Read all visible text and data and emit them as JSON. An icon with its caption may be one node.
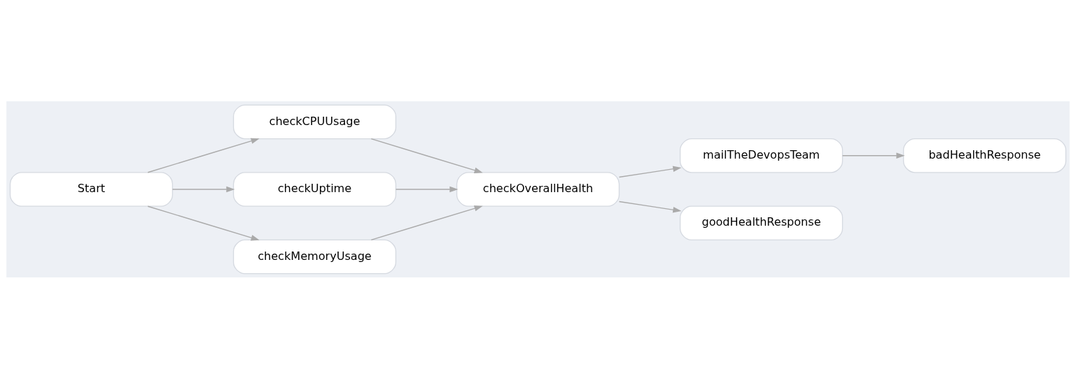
{
  "diagram": {
    "nodes": [
      {
        "text": [
          "Start"
        ]
      },
      {
        "text": [
          "checkCPUUsage"
        ]
      },
      {
        "text": [
          "checkUptime"
        ]
      },
      {
        "text": [
          "checkMemoryUsage"
        ]
      },
      {
        "text": [
          "checkOverallHealth"
        ]
      },
      {
        "text": [
          "mailTheDevopsTeam"
        ]
      },
      {
        "text": [
          "badHealthResponse"
        ]
      },
      {
        "text": [
          "goodHealthResponse"
        ]
      }
    ],
    "edges": [
      {
        "from": 0,
        "to": 1,
        "arrow": "to"
      },
      {
        "from": 0,
        "to": 2,
        "arrow": "to"
      },
      {
        "from": 0,
        "to": 3,
        "arrow": "to"
      },
      {
        "from": 1,
        "to": 4,
        "arrow": "to"
      },
      {
        "from": 2,
        "to": 4,
        "arrow": "to"
      },
      {
        "from": 3,
        "to": 4,
        "arrow": "to"
      },
      {
        "from": 4,
        "to": 5,
        "arrow": "to"
      },
      {
        "from": 4,
        "to": 7,
        "arrow": "to"
      },
      {
        "from": 5,
        "to": 6,
        "arrow": "to"
      }
    ]
  }
}
